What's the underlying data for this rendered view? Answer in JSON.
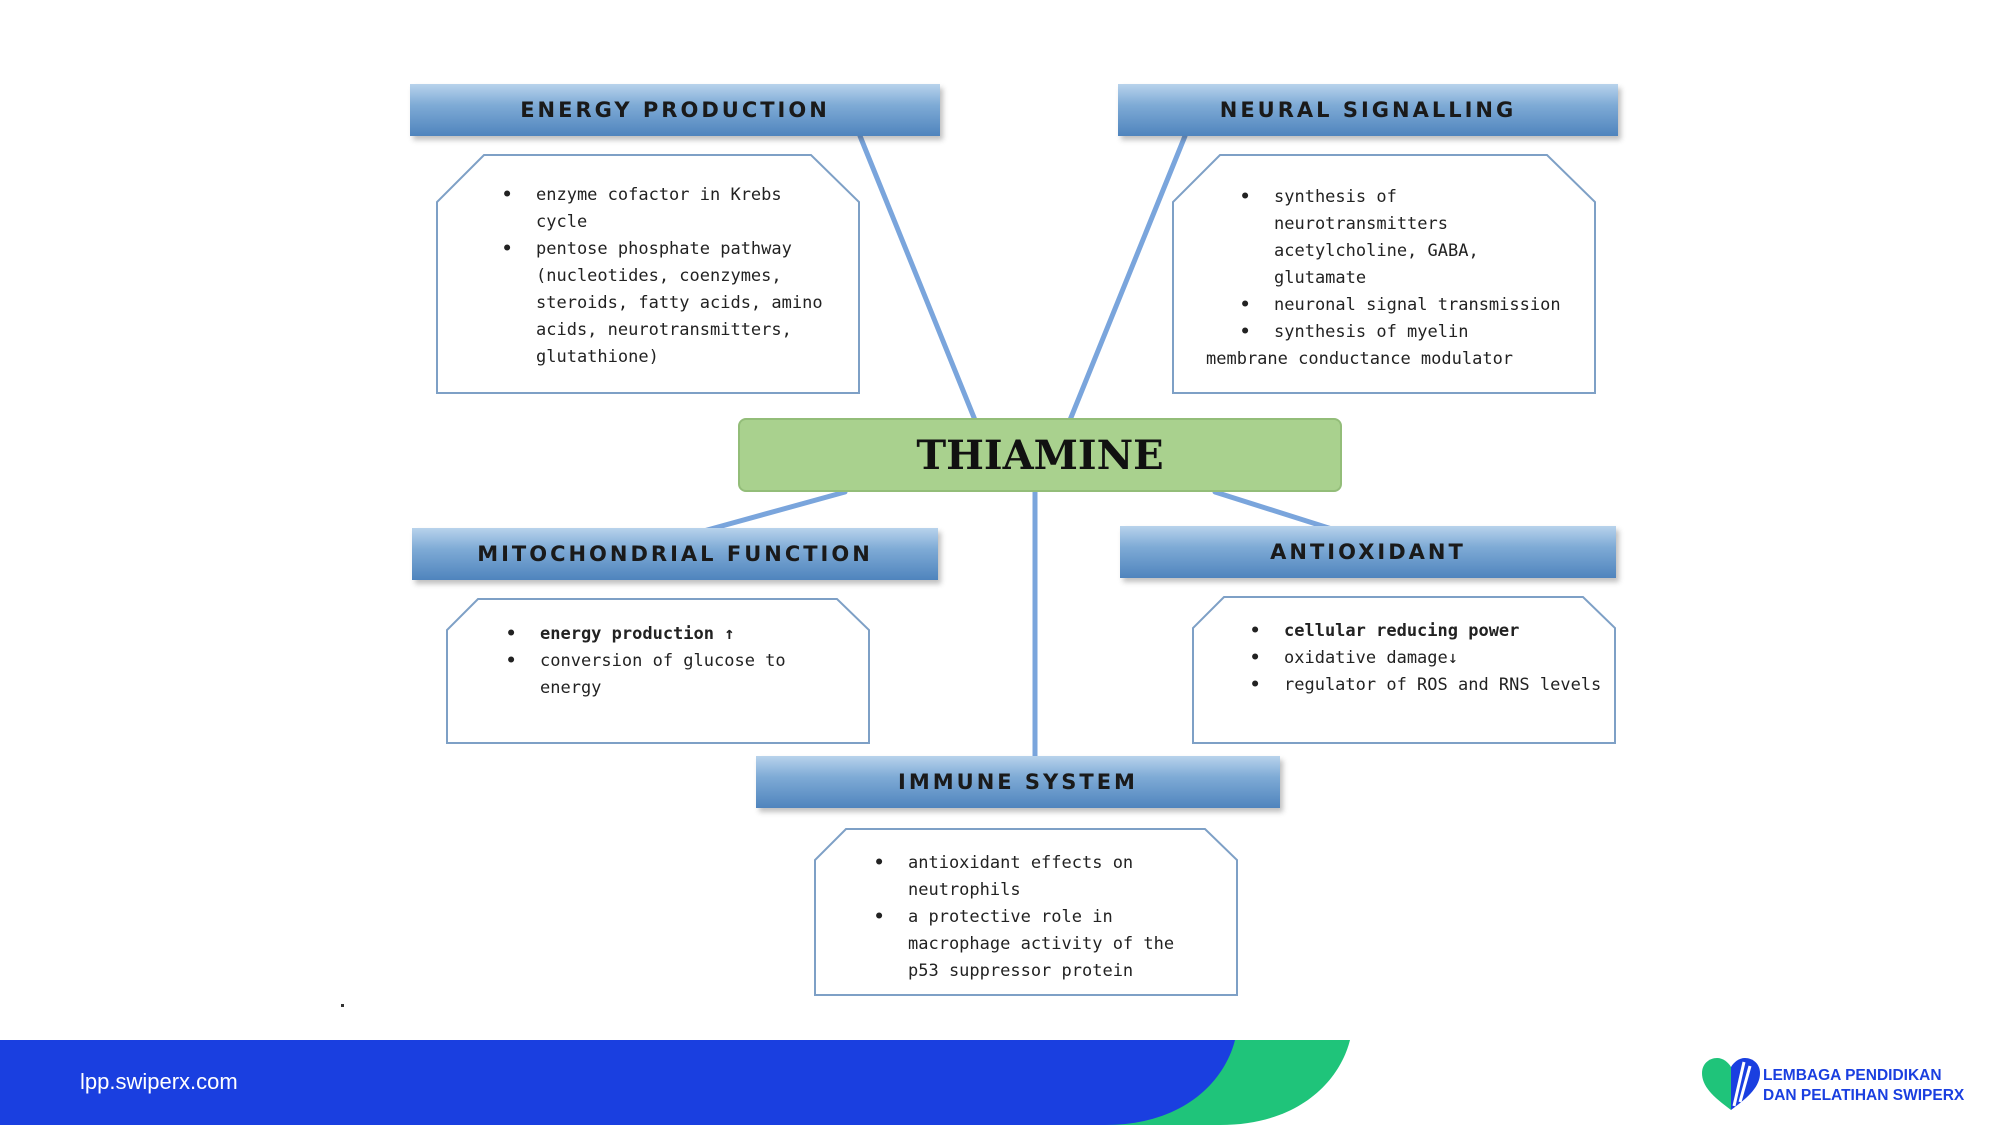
{
  "diagram": {
    "center_label": "THIAMINE",
    "nodes": [
      {
        "title": "ENERGY PRODUCTION",
        "items": [
          "enzyme cofactor in Krebs cycle",
          "pentose phosphate pathway (nucleotides, coenzymes, steroids, fatty acids, amino acids, neurotransmitters, glutathione)"
        ]
      },
      {
        "title": "NEURAL SIGNALLING",
        "items": [
          "synthesis of neurotransmitters acetylcholine, GABA, glutamate",
          "neuronal signal transmission",
          "synthesis of myelin",
          "membrane conductance modulator"
        ]
      },
      {
        "title": "MITOCHONDRIAL FUNCTION",
        "items": [
          "energy production ↑",
          "conversion of glucose to energy"
        ]
      },
      {
        "title": "ANTIOXIDANT",
        "items": [
          "cellular reducing power",
          "oxidative damage↓",
          "regulator of ROS and RNS levels"
        ]
      },
      {
        "title": "IMMUNE SYSTEM",
        "items": [
          "antioxidant effects on neutrophils",
          "a protective role in macrophage activity of the p53 suppressor protein"
        ]
      }
    ]
  },
  "footer": {
    "url": "lpp.swiperx.com",
    "org_line1": "LEMBAGA PENDIDIKAN",
    "org_line2": "DAN PELATIHAN SWIPERX"
  },
  "colors": {
    "banner_blue": "#5b8ec7",
    "center_green": "#a9d18e",
    "footer_blue": "#1a3fe0",
    "footer_green": "#1fc47a"
  }
}
